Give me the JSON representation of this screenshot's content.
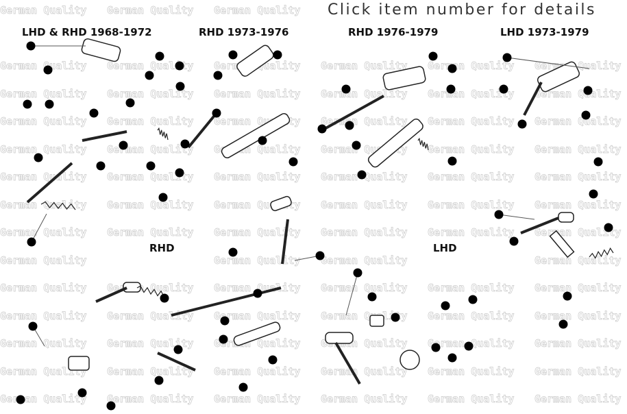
{
  "header": {
    "instruction": "Click item number for details"
  },
  "watermark": "German Quality",
  "sections": [
    {
      "label": "LHD & RHD 1968-1972"
    },
    {
      "label": "RHD 1973-1976"
    },
    {
      "label": "RHD 1976-1979"
    },
    {
      "label": "LHD 1973-1979"
    },
    {
      "label": "RHD"
    },
    {
      "label": "LHD"
    }
  ],
  "colors": {
    "dot": "#000000",
    "watermark": "#c8c8c8",
    "parts": "#222222"
  }
}
